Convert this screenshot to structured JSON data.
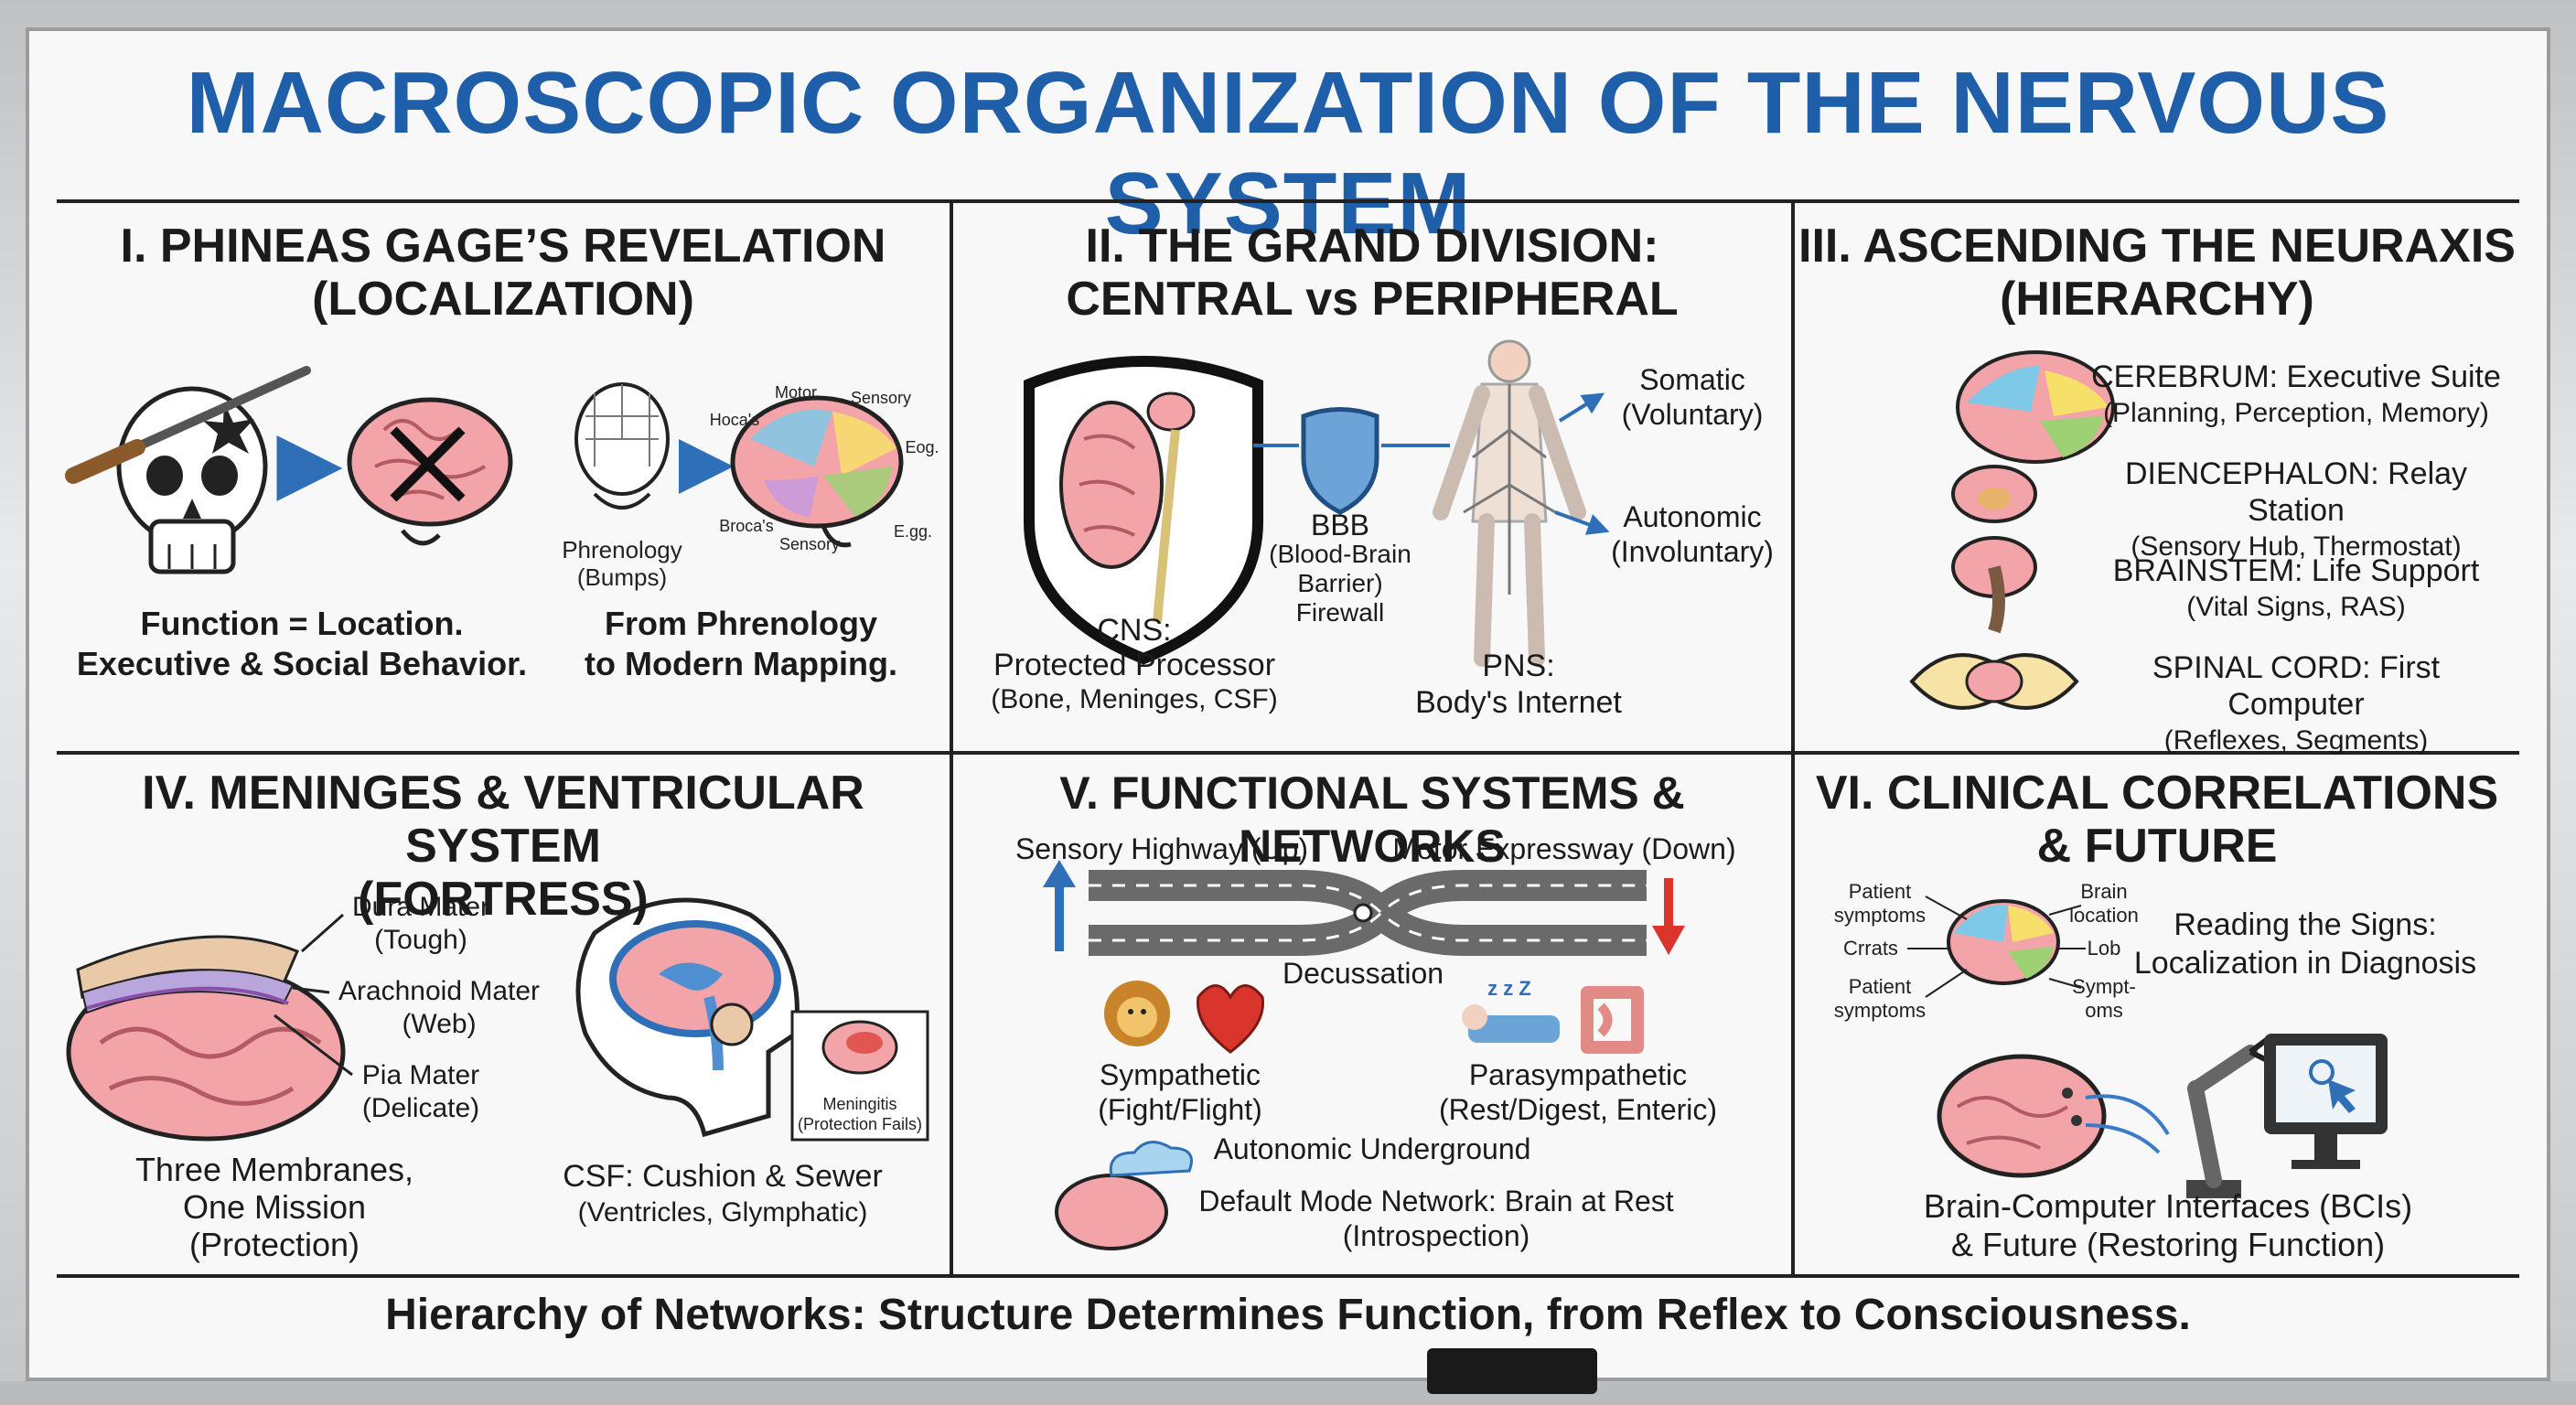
{
  "title": "MACROSCOPIC ORGANIZATION OF THE NERVOUS SYSTEM",
  "panels": {
    "p1": {
      "heading1": "I. PHINEAS GAGE’S REVELATION",
      "heading2": "(LOCALIZATION)",
      "caption_left1": "Function = Location.",
      "caption_left2": "Executive & Social Behavior.",
      "caption_right1": "From Phrenology",
      "caption_right2": "to Modern Mapping.",
      "phrenology1": "Phrenology",
      "phrenology2": "(Bumps)",
      "brain_motor": "Motor",
      "brain_sensory_top": "Sensory",
      "brain_hocas": "Hoca's",
      "brain_eog": "Eog.",
      "brain_brocas": "Broca's",
      "brain_egg": "E.gg.",
      "brain_sensory_bottom": "Sensory"
    },
    "p2": {
      "heading1": "II. THE GRAND DIVISION:",
      "heading2": "CENTRAL vs PERIPHERAL",
      "cns1": "CNS:",
      "cns2": "Protected Processor",
      "cns3": "(Bone, Meninges, CSF)",
      "bbb1": "BBB",
      "bbb2": "(Blood-Brain",
      "bbb3": "Barrier)",
      "bbb4": "Firewall",
      "pns1": "PNS:",
      "pns2": "Body's Internet",
      "somatic1": "Somatic",
      "somatic2": "(Voluntary)",
      "autonomic1": "Autonomic",
      "autonomic2": "(Involuntary)"
    },
    "p3": {
      "heading1": "III. ASCENDING THE NEURAXIS",
      "heading2": "(HIERARCHY)",
      "levels": [
        {
          "name": "CEREBRUM: Executive Suite",
          "sub": "(Planning, Perception, Memory)"
        },
        {
          "name": "DIENCEPHALON: Relay Station",
          "sub": "(Sensory Hub, Thermostat)"
        },
        {
          "name": "BRAINSTEM: Life Support",
          "sub": "(Vital Signs, RAS)"
        },
        {
          "name": "SPINAL CORD: First Computer",
          "sub": "(Reflexes, Segments)"
        }
      ]
    },
    "p4": {
      "heading1": "IV. MENINGES & VENTRICULAR SYSTEM",
      "heading2": "(FORTRESS)",
      "dura1": "Dura Mater",
      "dura2": "(Tough)",
      "arachnoid1": "Arachnoid Mater",
      "arachnoid2": "(Web)",
      "pia1": "Pia Mater",
      "pia2": "(Delicate)",
      "meningitis1": "Meningitis",
      "meningitis2": "(Protection Fails)",
      "three1": "Three Membranes,",
      "three2": "One Mission",
      "three3": "(Protection)",
      "csf1": "CSF: Cushion & Sewer",
      "csf2": "(Ventricles, Glymphatic)"
    },
    "p5": {
      "heading1": "V. FUNCTIONAL SYSTEMS & NETWORKS",
      "sensory_highway": "Sensory Highway (Up)",
      "motor_expressway": "Motor Expressway (Down)",
      "decussation": "Decussation",
      "sympathetic1": "Sympathetic",
      "sympathetic2": "(Fight/Flight)",
      "parasympathetic1": "Parasympathetic",
      "parasympathetic2": "(Rest/Digest, Enteric)",
      "autonomic_underground": "Autonomic Underground",
      "zzz": "z z Z",
      "dmn1": "Default Mode Network: Brain at Rest",
      "dmn2": "(Introspection)"
    },
    "p6": {
      "heading1": "VI. CLINICAL CORRELATIONS",
      "heading2": "& FUTURE",
      "patient_symptoms_top1": "Patient",
      "patient_symptoms_top2": "symptoms",
      "crrats": "Crrats",
      "patient_symptoms_bottom1": "Patient",
      "patient_symptoms_bottom2": "symptoms",
      "brain_location1": "Brain",
      "brain_location2": "location",
      "lob": "Lob",
      "sympt1": "Sympt-",
      "sympt2": "oms",
      "reading1": "Reading the Signs:",
      "reading2": "Localization in Diagnosis",
      "bci1": "Brain-Computer Interfaces (BCIs)",
      "bci2": "& Future (Restoring Function)"
    }
  },
  "footer": "Hierarchy of Networks: Structure Determines Function, from Reflex to Consciousness.",
  "colors": {
    "title": "#1f5ea8",
    "accent_blue": "#2f6fb8",
    "accent_red": "#d9352c",
    "brain_pink": "#f2a4a8"
  }
}
